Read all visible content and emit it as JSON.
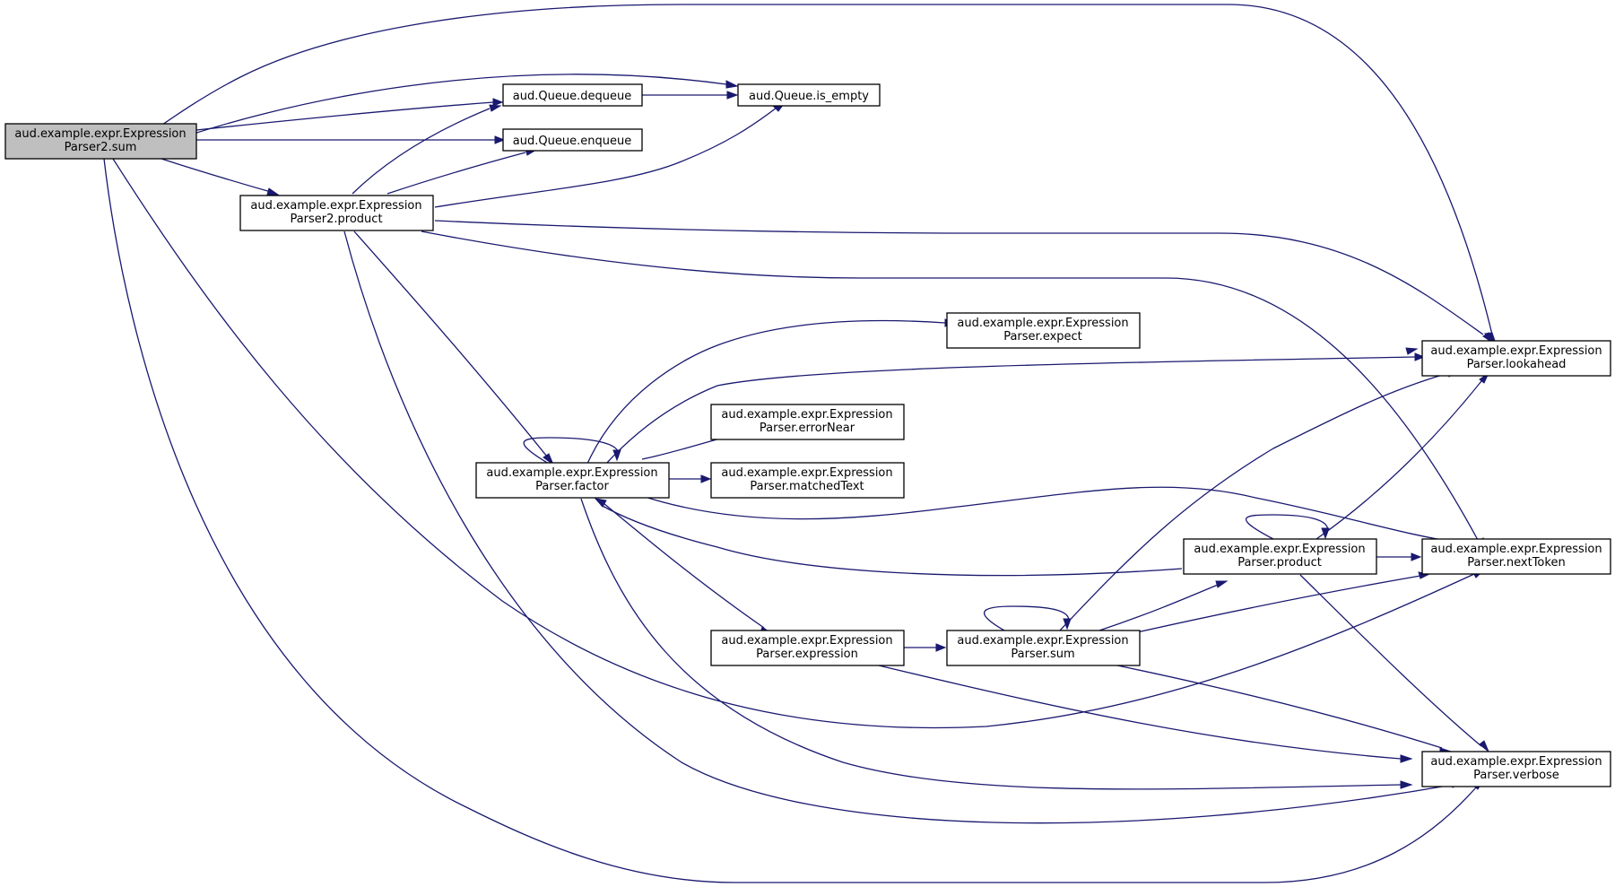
{
  "nodes": {
    "p2sum": {
      "line1": "aud.example.expr.Expression",
      "line2": "Parser2.sum"
    },
    "dequeue": {
      "line1": "aud.Queue.dequeue"
    },
    "isempty": {
      "line1": "aud.Queue.is_empty"
    },
    "enqueue": {
      "line1": "aud.Queue.enqueue"
    },
    "p2product": {
      "line1": "aud.example.expr.Expression",
      "line2": "Parser2.product"
    },
    "expect": {
      "line1": "aud.example.expr.Expression",
      "line2": "Parser.expect"
    },
    "lookahead": {
      "line1": "aud.example.expr.Expression",
      "line2": "Parser.lookahead"
    },
    "errornear": {
      "line1": "aud.example.expr.Expression",
      "line2": "Parser.errorNear"
    },
    "factor": {
      "line1": "aud.example.expr.Expression",
      "line2": "Parser.factor"
    },
    "matched": {
      "line1": "aud.example.expr.Expression",
      "line2": "Parser.matchedText"
    },
    "product": {
      "line1": "aud.example.expr.Expression",
      "line2": "Parser.product"
    },
    "nexttoken": {
      "line1": "aud.example.expr.Expression",
      "line2": "Parser.nextToken"
    },
    "expression": {
      "line1": "aud.example.expr.Expression",
      "line2": "Parser.expression"
    },
    "sum": {
      "line1": "aud.example.expr.Expression",
      "line2": "Parser.sum"
    },
    "verbose": {
      "line1": "aud.example.expr.Expression",
      "line2": "Parser.verbose"
    }
  },
  "edge_color": "#191970",
  "root_fill": "#bfbfbf"
}
